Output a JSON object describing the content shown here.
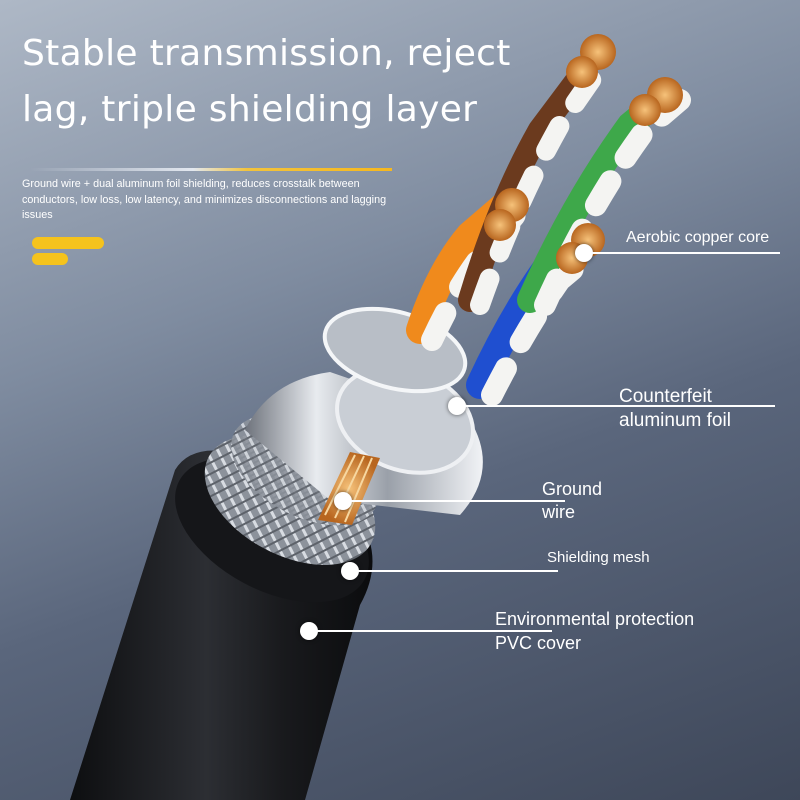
{
  "headline": {
    "line1": "Stable transmission, reject",
    "line2": "lag, triple shielding layer"
  },
  "subtext": "Ground wire + dual aluminum foil shielding, reduces crosstalk between conductors, low loss, low latency, and minimizes disconnections and lagging issues",
  "callouts": {
    "copper_core": "Aerobic copper core",
    "foil_line1": "Counterfeit",
    "foil_line2": "aluminum foil",
    "ground_line1": "Ground",
    "ground_line2": "wire",
    "mesh": "Shielding mesh",
    "pvc_line1": "Environmental protection",
    "pvc_line2": "PVC cover"
  },
  "colors": {
    "accent_yellow": "#f5c31d",
    "text": "#ffffff",
    "cable_jacket": "#1e1f22",
    "copper": "#d9903a",
    "wire_orange": "#f08a1c",
    "wire_green": "#3ea84a",
    "wire_blue": "#1f4fd0",
    "wire_brown": "#6b3a1e"
  }
}
